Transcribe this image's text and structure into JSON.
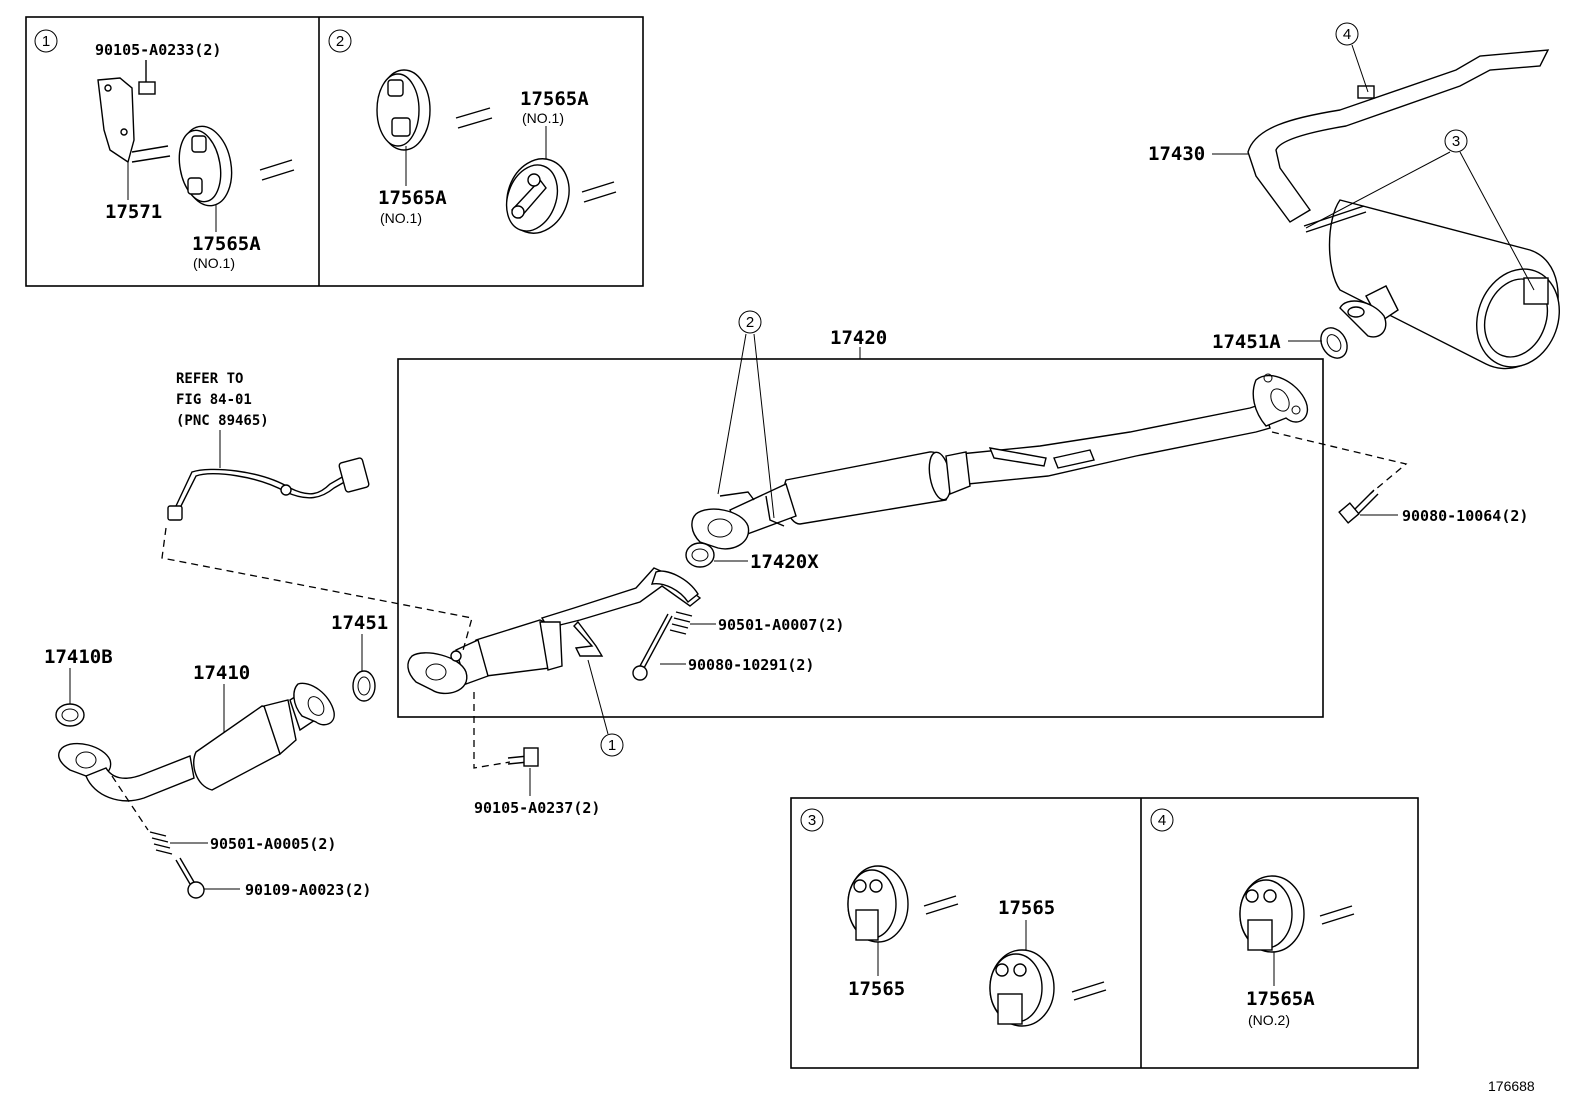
{
  "callout_numbers": {
    "c1": "1",
    "c2": "2",
    "c3": "3",
    "c4": "4"
  },
  "box1": {
    "bolt": "90105-A0233(2)",
    "bracket": "17571",
    "hanger": "17565A",
    "hanger_note": "(NO.1)"
  },
  "box2": {
    "hanger_a": "17565A",
    "hanger_a_note": "(NO.1)",
    "hanger_b": "17565A",
    "hanger_b_note": "(NO.1)"
  },
  "box3": {
    "hanger_a": "17565",
    "hanger_b": "17565"
  },
  "box4": {
    "hanger": "17565A",
    "hanger_note": "(NO.2)"
  },
  "main": {
    "center_pipe": "17420",
    "tail_pipe": "17430",
    "gasket_rear": "17451A",
    "gasket_center": "17420X",
    "gasket_front": "17451",
    "gasket_manifold": "17410B",
    "front_pipe": "17410",
    "spring_center": "90501-A0007(2)",
    "bolt_center": "90080-10291(2)",
    "bolt_rear": "90080-10064(2)",
    "bolt_front_flange": "90105-A0237(2)",
    "spring_front": "90501-A0005(2)",
    "bolt_front": "90109-A0023(2)"
  },
  "refer": {
    "line1": "REFER TO",
    "line2": "FIG 84-01",
    "line3": "(PNC 89465)"
  },
  "figure_number": "176688"
}
